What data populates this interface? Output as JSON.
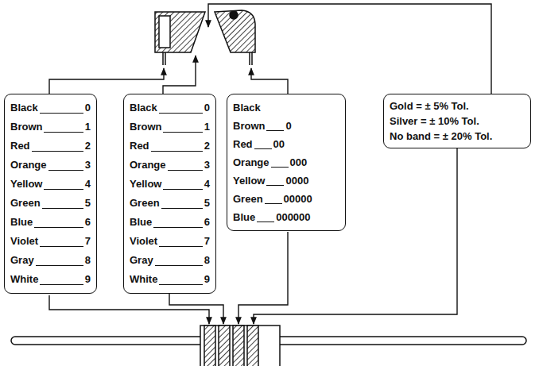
{
  "diagram": {
    "nodes": [
      {
        "text": [
          "Black",
          "0",
          "Brown",
          "1",
          "Red",
          "2",
          "Orange",
          "3",
          "Yellow",
          "4",
          "Green",
          "5",
          "Blue",
          "6",
          "Violet",
          "7",
          "Gray",
          "8",
          "White",
          "9"
        ]
      },
      {
        "text": [
          "Black",
          "0",
          "Brown",
          "1",
          "Red",
          "2",
          "Orange",
          "3",
          "Yellow",
          "4",
          "Green",
          "5",
          "Blue",
          "6",
          "Violet",
          "7",
          "Gray",
          "8",
          "White",
          "9"
        ]
      },
      {
        "text": [
          "Black",
          "Brown",
          "0",
          "Red",
          "00",
          "Orange",
          "000",
          "Yellow",
          "0000",
          "Green",
          "00000",
          "Blue",
          "000000"
        ]
      },
      {
        "text": [
          "Gold = ± 5% Tol.",
          "Silver = ± 10% Tol.",
          "No band = ± 20% Tol."
        ]
      }
    ]
  }
}
